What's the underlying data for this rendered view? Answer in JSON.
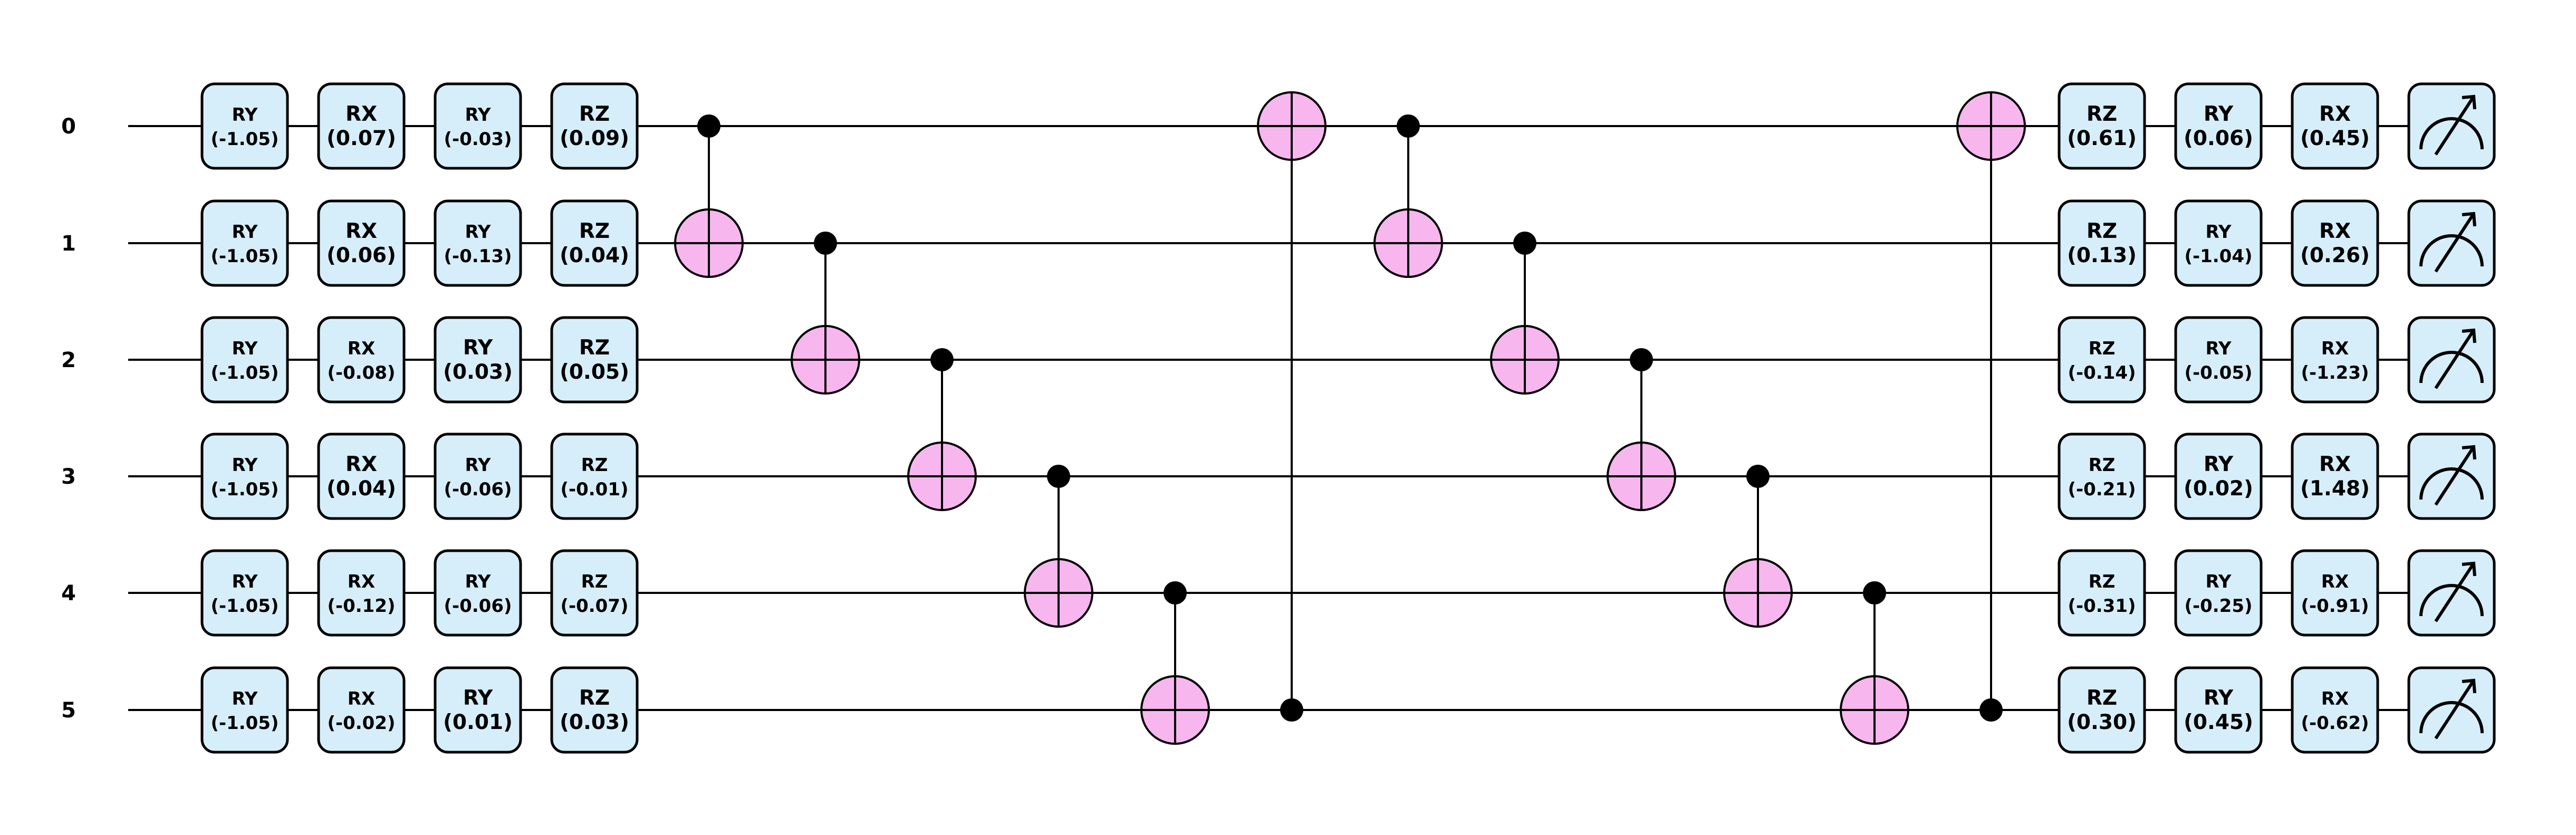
{
  "qubits": [
    "0",
    "1",
    "2",
    "3",
    "4",
    "5"
  ],
  "pre_rotations": [
    {
      "gates": [
        "RY",
        "RX",
        "RY",
        "RZ"
      ],
      "params": [
        [
          "(-1.05)",
          "(0.07)",
          "(-0.03)",
          "(0.09)"
        ],
        [
          "(-1.05)",
          "(0.06)",
          "(-0.13)",
          "(0.04)"
        ],
        [
          "(-1.05)",
          "(-0.08)",
          "(0.03)",
          "(0.05)"
        ],
        [
          "(-1.05)",
          "(0.04)",
          "(-0.06)",
          "(-0.01)"
        ],
        [
          "(-1.05)",
          "(-0.12)",
          "(-0.06)",
          "(-0.07)"
        ],
        [
          "(-1.05)",
          "(-0.02)",
          "(0.01)",
          "(0.03)"
        ]
      ]
    }
  ],
  "entangling_cnots": [
    {
      "control": 0,
      "target": 1
    },
    {
      "control": 1,
      "target": 2
    },
    {
      "control": 2,
      "target": 3
    },
    {
      "control": 3,
      "target": 4
    },
    {
      "control": 4,
      "target": 5
    },
    {
      "control": 5,
      "target": 0
    },
    {
      "control": 0,
      "target": 1
    },
    {
      "control": 1,
      "target": 2
    },
    {
      "control": 2,
      "target": 3
    },
    {
      "control": 3,
      "target": 4
    },
    {
      "control": 4,
      "target": 5
    },
    {
      "control": 5,
      "target": 0
    }
  ],
  "post_rotations": {
    "gates": [
      "RZ",
      "RY",
      "RX"
    ],
    "params": [
      [
        "(0.61)",
        "(0.06)",
        "(0.45)"
      ],
      [
        "(0.13)",
        "(-1.04)",
        "(0.26)"
      ],
      [
        "(-0.14)",
        "(-0.05)",
        "(-1.23)"
      ],
      [
        "(-0.21)",
        "(0.02)",
        "(1.48)"
      ],
      [
        "(-0.31)",
        "(-0.25)",
        "(-0.91)"
      ],
      [
        "(0.30)",
        "(0.45)",
        "(-0.62)"
      ]
    ]
  },
  "measurement_icon": "meter-icon",
  "colors": {
    "gate_fill": "#d6eef9",
    "target_fill": "#f7b6ee",
    "wire": "#000000"
  }
}
